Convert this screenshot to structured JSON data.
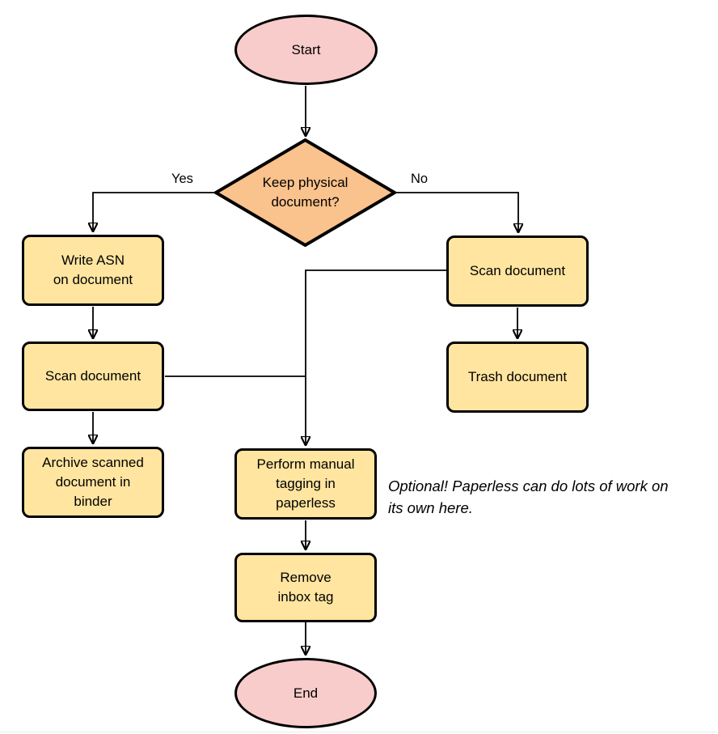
{
  "diagram": {
    "type": "flowchart",
    "nodes": {
      "start": {
        "label": "Start",
        "shape": "ellipse"
      },
      "decision": {
        "label": "Keep physical\ndocument?",
        "shape": "diamond"
      },
      "write_asn": {
        "label": "Write ASN\non document",
        "shape": "process"
      },
      "scan_left": {
        "label": "Scan document",
        "shape": "process"
      },
      "archive": {
        "label": "Archive scanned\ndocument in\nbinder",
        "shape": "process"
      },
      "scan_right": {
        "label": "Scan document",
        "shape": "process"
      },
      "trash": {
        "label": "Trash document",
        "shape": "process"
      },
      "tagging": {
        "label": "Perform manual\ntagging in\npaperless",
        "shape": "process"
      },
      "remove_inbox": {
        "label": "Remove\ninbox tag",
        "shape": "process"
      },
      "end": {
        "label": "End",
        "shape": "ellipse"
      }
    },
    "edge_labels": {
      "yes": "Yes",
      "no": "No"
    },
    "edges": [
      {
        "from": "start",
        "to": "decision",
        "label": ""
      },
      {
        "from": "decision",
        "to": "write_asn",
        "label": "Yes"
      },
      {
        "from": "decision",
        "to": "scan_right",
        "label": "No"
      },
      {
        "from": "write_asn",
        "to": "scan_left",
        "label": ""
      },
      {
        "from": "scan_left",
        "to": "archive",
        "label": ""
      },
      {
        "from": "scan_left",
        "to": "tagging",
        "label": ""
      },
      {
        "from": "scan_right",
        "to": "trash",
        "label": ""
      },
      {
        "from": "scan_right",
        "to": "tagging",
        "label": ""
      },
      {
        "from": "tagging",
        "to": "remove_inbox",
        "label": ""
      },
      {
        "from": "remove_inbox",
        "to": "end",
        "label": ""
      }
    ],
    "note": {
      "text": "Optional! Paperless can do lots of work on\nits own here."
    },
    "colors": {
      "terminal_fill": "#F8CCCB",
      "decision_fill": "#FAC28C",
      "process_fill": "#FFE5A0",
      "stroke": "#000000",
      "background": "#FFFFFF"
    }
  }
}
